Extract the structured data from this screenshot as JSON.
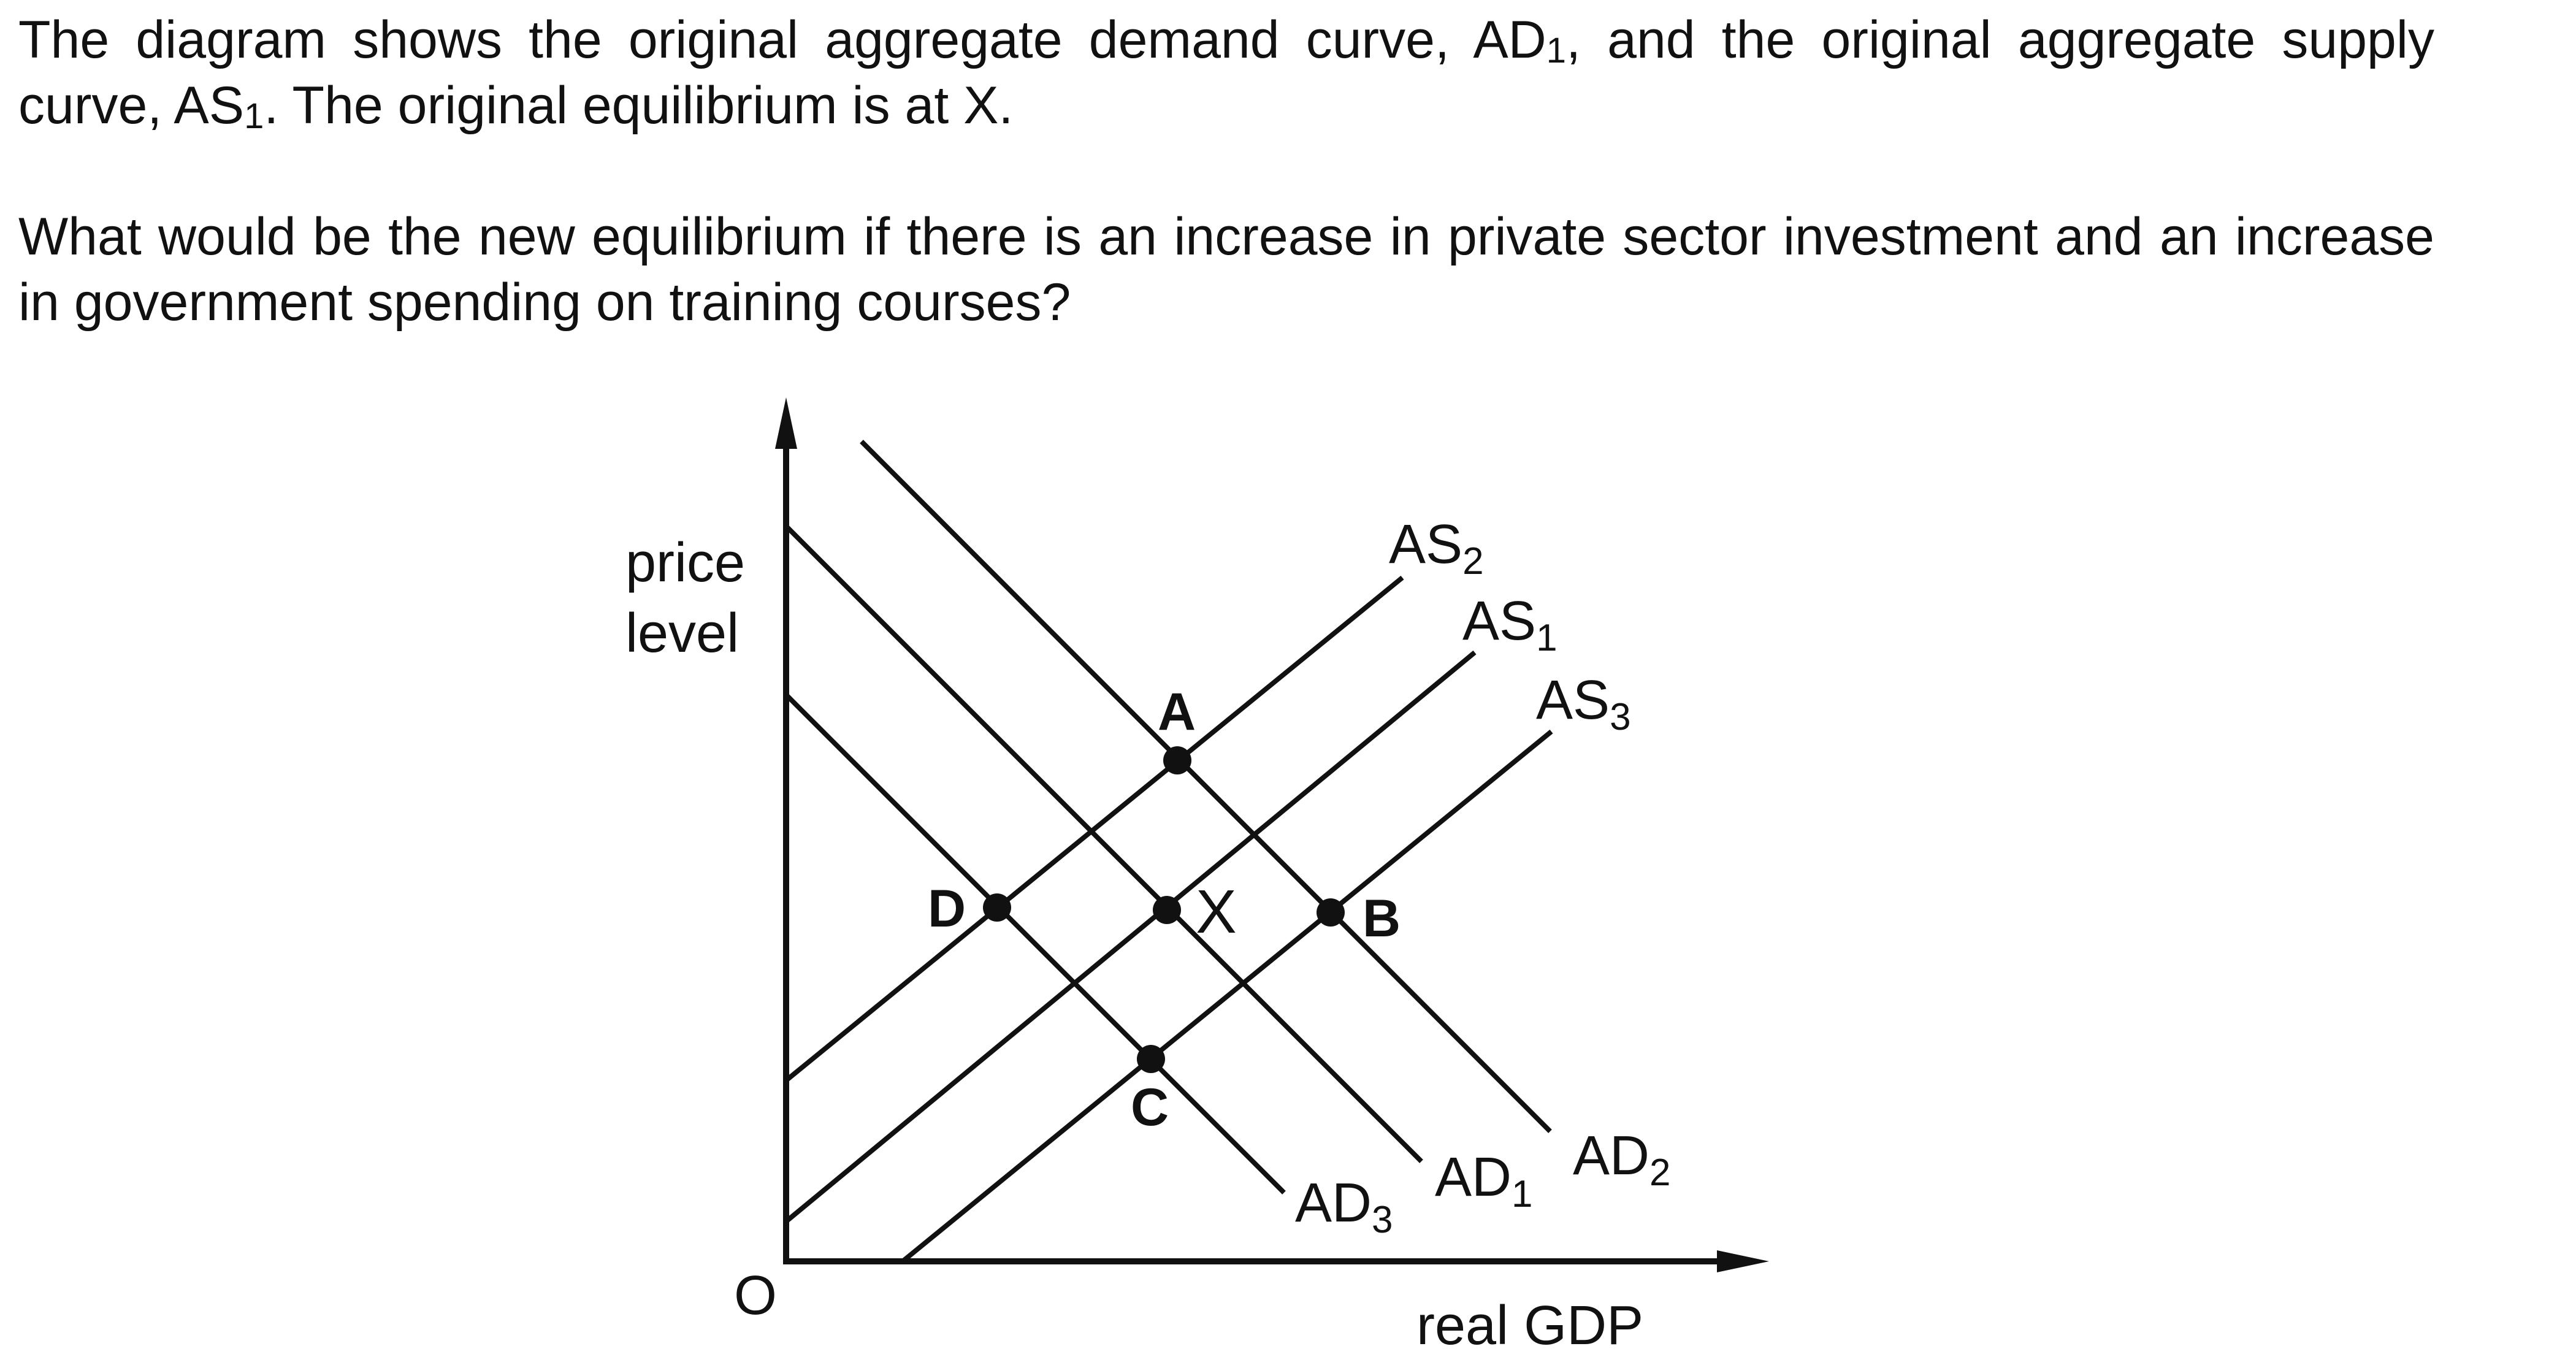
{
  "question": {
    "p1_a": "The diagram shows the original aggregate demand curve, AD",
    "p1_a_sub": "1",
    "p1_b": ", and the original aggregate supply curve, AS",
    "p1_b_sub": "1",
    "p1_c": ". The original equilibrium is at X.",
    "p2": "What would be the new equilibrium if there is an increase in private sector investment and an increase in government spending on training courses?"
  },
  "diagram": {
    "origin_label": "O",
    "y_axis_label_line1": "price",
    "y_axis_label_line2": "level",
    "x_axis_label": "real GDP",
    "curves": {
      "as2": {
        "name": "AS",
        "sub": "2"
      },
      "as1": {
        "name": "AS",
        "sub": "1"
      },
      "as3": {
        "name": "AS",
        "sub": "3"
      },
      "ad3": {
        "name": "AD",
        "sub": "3"
      },
      "ad1": {
        "name": "AD",
        "sub": "1"
      },
      "ad2": {
        "name": "AD",
        "sub": "2"
      }
    },
    "points": {
      "a": "A",
      "b": "B",
      "c": "C",
      "d": "D",
      "x": "X"
    }
  }
}
